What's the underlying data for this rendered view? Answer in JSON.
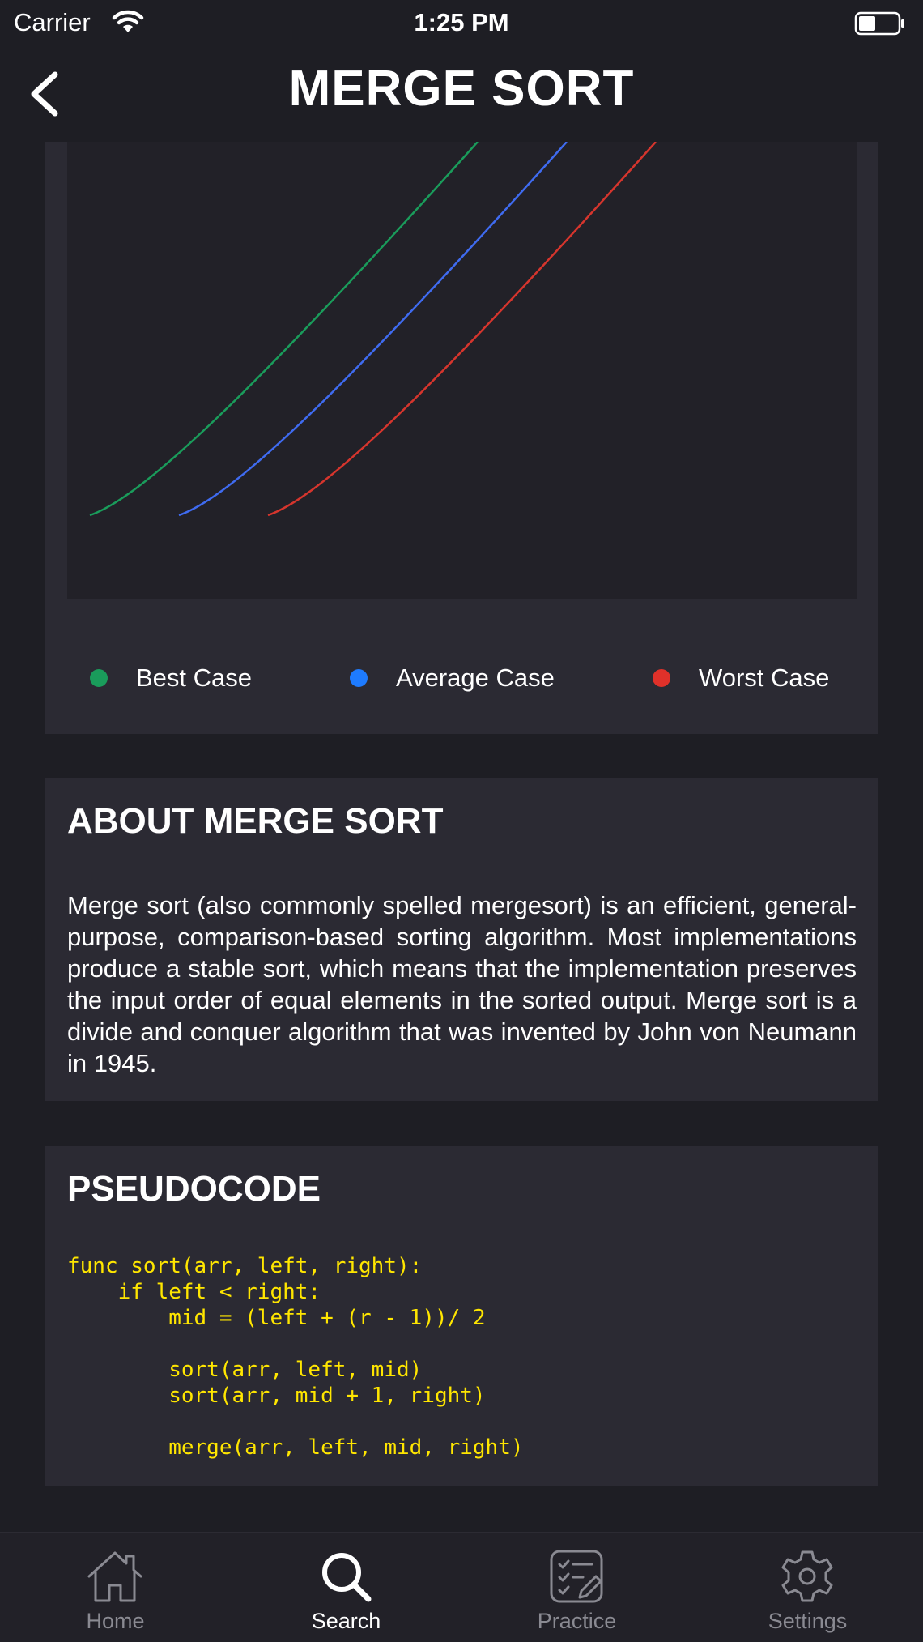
{
  "status_bar": {
    "carrier": "Carrier",
    "time": "1:25 PM"
  },
  "header": {
    "title": "MERGE SORT"
  },
  "chart": {
    "legend": [
      {
        "label": "Best Case",
        "color": "#1a9c5b"
      },
      {
        "label": "Average Case",
        "color": "#1e7bff"
      },
      {
        "label": "Worst Case",
        "color": "#e0312a"
      }
    ]
  },
  "chart_data": {
    "type": "line",
    "title": "",
    "xlabel": "",
    "ylabel": "",
    "grid": false,
    "legend_position": "bottom",
    "series": [
      {
        "name": "Best Case",
        "color": "#1a9c5b"
      },
      {
        "name": "Average Case",
        "color": "#3f6bf0"
      },
      {
        "name": "Worst Case",
        "color": "#d6352d"
      }
    ]
  },
  "about": {
    "title": "ABOUT MERGE SORT",
    "text": "Merge sort (also commonly spelled mergesort) is an efficient, general-purpose, comparison-based sorting algorithm. Most implementations produce a stable sort, which means that the implementation preserves the input order of equal elements in the sorted output. Merge sort is a divide and conquer algorithm that was invented by John von Neumann in 1945."
  },
  "pseudocode": {
    "title": "PSEUDOCODE",
    "code": "func sort(arr, left, right):\n    if left < right:\n        mid = (left + (r - 1))/ 2\n\n        sort(arr, left, mid)\n        sort(arr, mid + 1, right)\n\n        merge(arr, left, mid, right)"
  },
  "tabs": [
    {
      "label": "Home",
      "icon": "home-icon",
      "active": false
    },
    {
      "label": "Search",
      "icon": "search-icon",
      "active": true
    },
    {
      "label": "Practice",
      "icon": "practice-icon",
      "active": false
    },
    {
      "label": "Settings",
      "icon": "settings-icon",
      "active": false
    }
  ]
}
